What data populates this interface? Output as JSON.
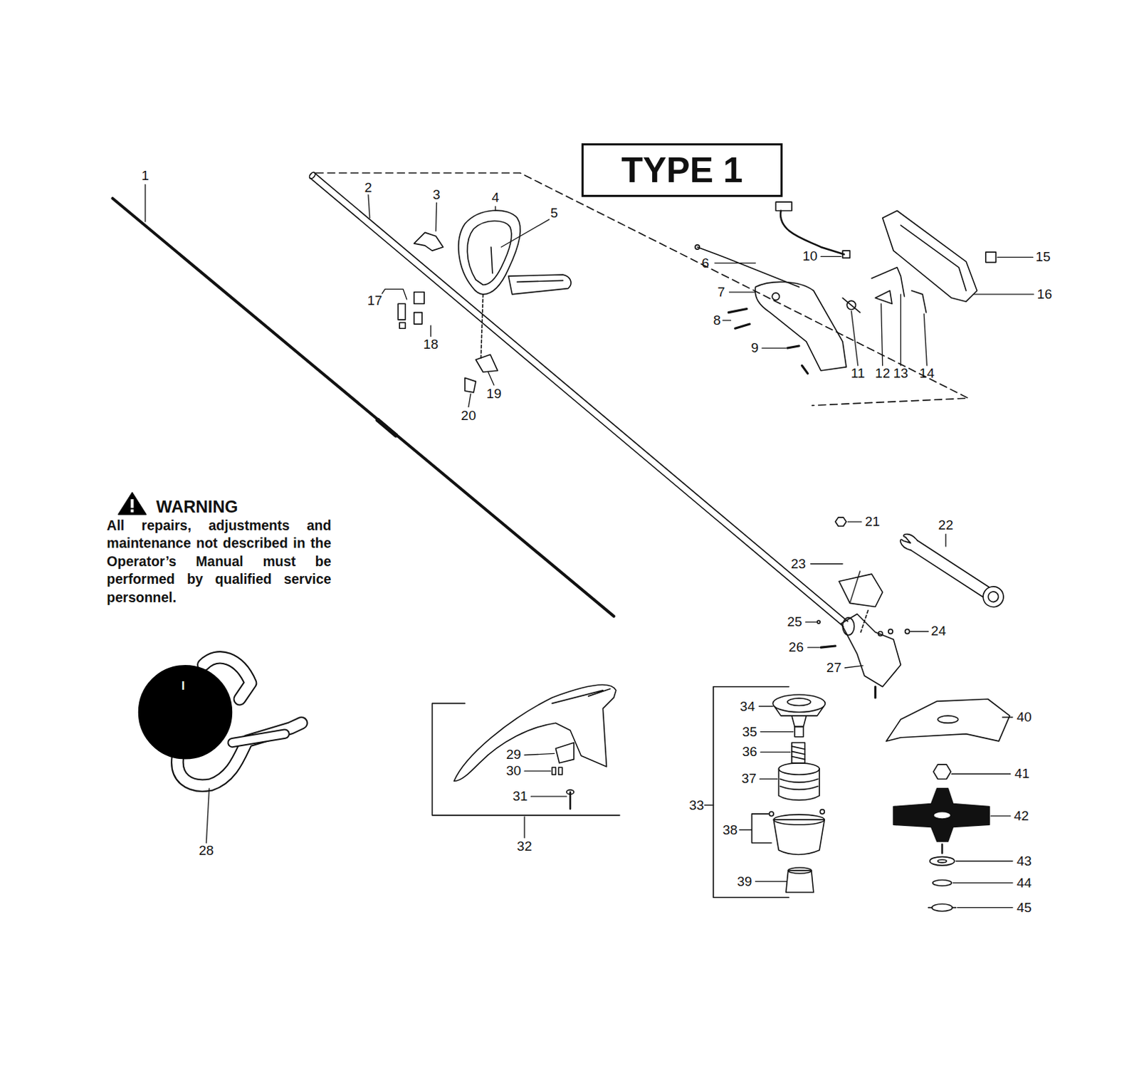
{
  "diagram": {
    "nodes": [
      {
        "text": [
          "TYPE 1"
        ]
      }
    ],
    "labels": [
      "1",
      "2",
      "3",
      "4",
      "5",
      "6",
      "7",
      "8",
      "9",
      "10",
      "11",
      "12",
      "13",
      "14",
      "15",
      "16",
      "17",
      "18",
      "19",
      "20",
      "21",
      "22",
      "23",
      "24",
      "25",
      "26",
      "27",
      "28",
      "29",
      "30",
      "31",
      "32",
      "33",
      "34",
      "35",
      "36",
      "37",
      "38",
      "39",
      "40",
      "41",
      "42",
      "43",
      "44",
      "45",
      "WARNING",
      "All repairs, adjustments and maintenance not described in the Operator’s Manual must be performed by qualified service personnel.",
      "I"
    ]
  }
}
